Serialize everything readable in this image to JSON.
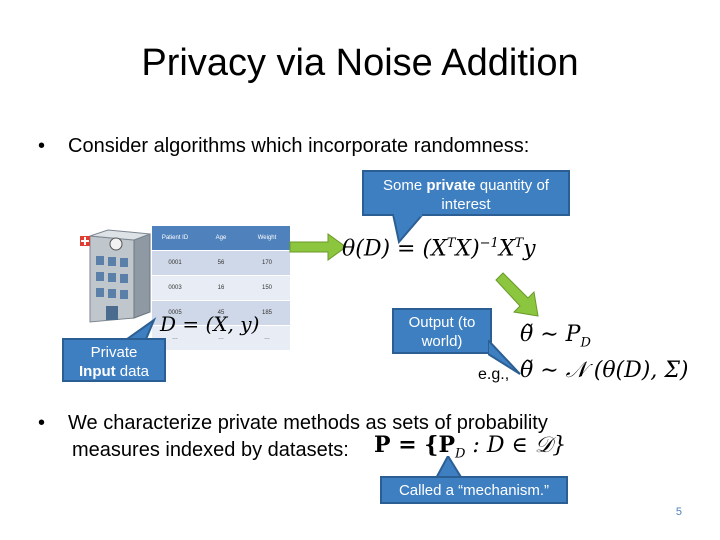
{
  "slide": {
    "title": "Privacy via Noise Addition",
    "page_number": "5"
  },
  "bullets": {
    "first": "Consider algorithms which incorporate randomness:",
    "second_line1": "We characterize private methods as sets of probability",
    "second_line2": "measures indexed by datasets:"
  },
  "callouts": {
    "quantity_prefix": "Some ",
    "quantity_bold": "private",
    "quantity_suffix": " quantity of interest",
    "output": "Output (to world)",
    "input_line1": "Private",
    "input_bold": "Input",
    "input_suffix": " data",
    "mechanism": "Called a “mechanism.”"
  },
  "table": {
    "headers": [
      "Patient ID",
      "Age",
      "Weight"
    ],
    "rows": [
      [
        "0001",
        "56",
        "170"
      ],
      [
        "0003",
        "16",
        "150"
      ],
      [
        "0005",
        "45",
        "185"
      ],
      [
        "…",
        "…",
        "…"
      ]
    ]
  },
  "math": {
    "theta_lhs": "θ(D) = ",
    "theta_rhs": "(X",
    "dataset_def": "D = (X, y)",
    "eg_label": "e.g.,",
    "tilde_theta_sim": "θ̃ ∼ P",
    "tilde_sub": "D",
    "normal_eq": "θ̃ ∼ 𝒩 (θ(D), Σ)",
    "family_eq": "P = {P",
    "family_rest": " : D ∈ 𝒟}"
  },
  "colors": {
    "callout_fill": "#3e7fc1",
    "arrow_green": "#8cc63f",
    "table_header": "#4f81bd"
  }
}
